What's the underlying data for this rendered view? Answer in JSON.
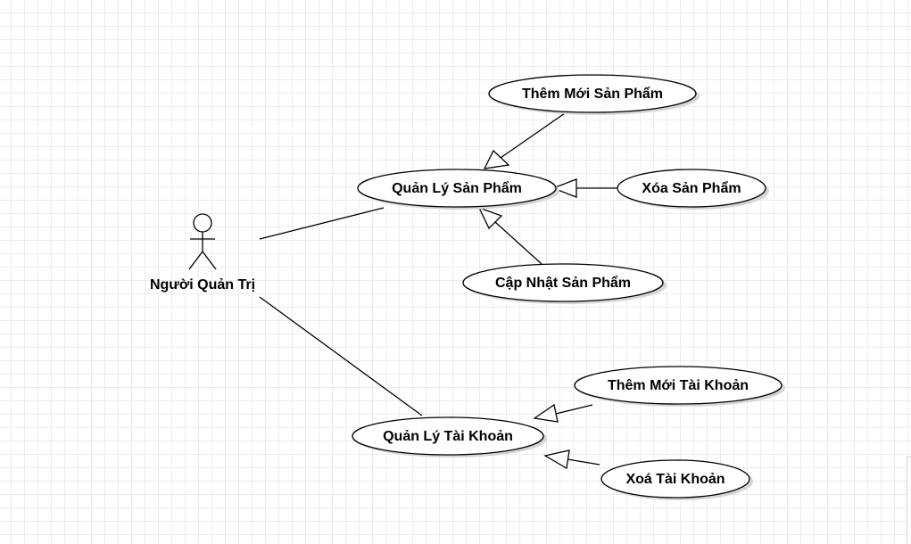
{
  "actor": {
    "name": "Người Quản Trị"
  },
  "use_cases": {
    "them_moi_san_pham": "Thêm Mới Sản Phẩm",
    "quan_ly_san_pham": "Quản Lý Sản Phẩm",
    "xoa_san_pham": "Xóa Sản Phẩm",
    "cap_nhat_san_pham": "Cập Nhật Sản Phẩm",
    "them_moi_tai_khoan": "Thêm Mới Tài Khoản",
    "quan_ly_tai_khoan": "Quản Lý Tài Khoản",
    "xoa_tai_khoan": "Xoá Tài Khoản"
  }
}
